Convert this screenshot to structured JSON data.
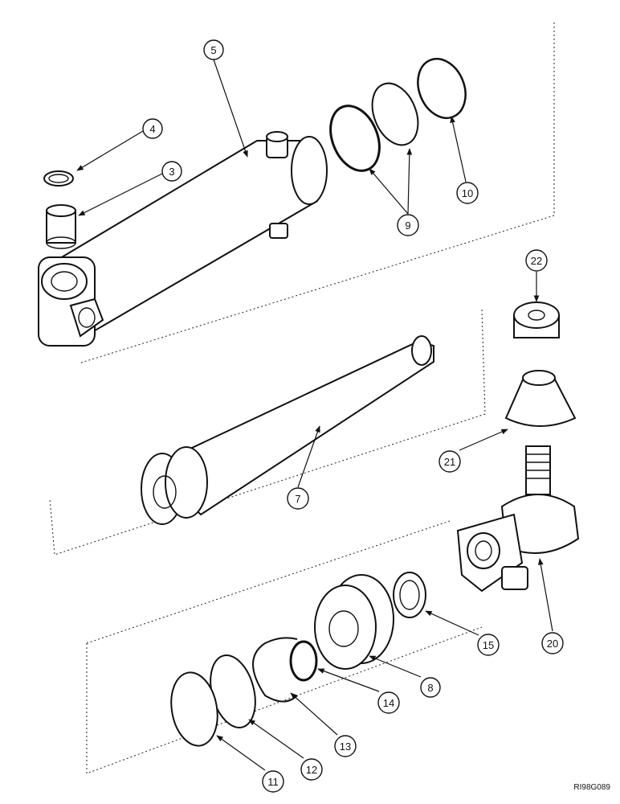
{
  "drawing": {
    "reference_code": "RI98G089",
    "callouts": [
      {
        "id": "c5",
        "label": "5"
      },
      {
        "id": "c4",
        "label": "4"
      },
      {
        "id": "c3",
        "label": "3"
      },
      {
        "id": "c9",
        "label": "9"
      },
      {
        "id": "c10",
        "label": "10"
      },
      {
        "id": "c22",
        "label": "22"
      },
      {
        "id": "c7",
        "label": "7"
      },
      {
        "id": "c21",
        "label": "21"
      },
      {
        "id": "c20",
        "label": "20"
      },
      {
        "id": "c15",
        "label": "15"
      },
      {
        "id": "c8",
        "label": "8"
      },
      {
        "id": "c14",
        "label": "14"
      },
      {
        "id": "c13",
        "label": "13"
      },
      {
        "id": "c12",
        "label": "12"
      },
      {
        "id": "c11",
        "label": "11"
      }
    ]
  }
}
